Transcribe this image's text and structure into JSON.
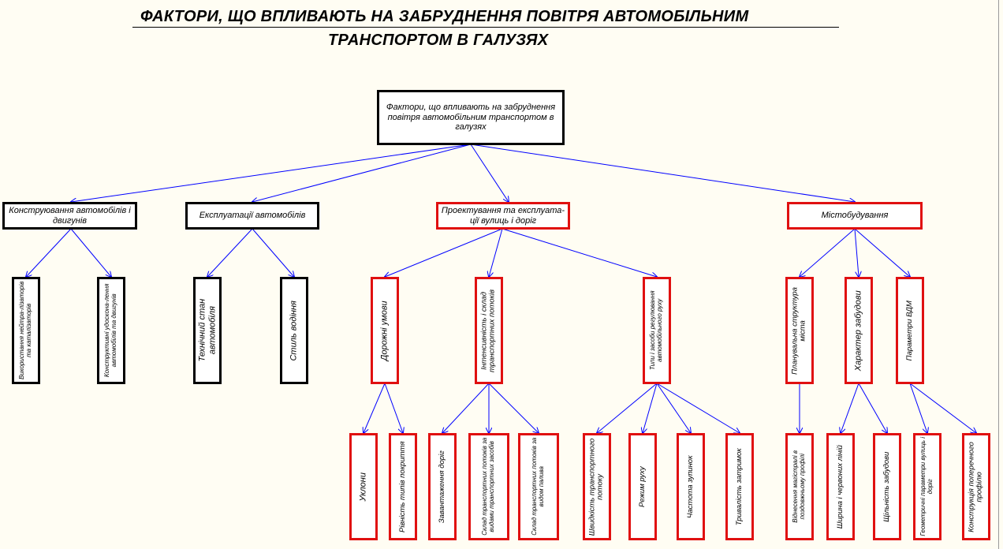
{
  "title": {
    "line1": "ФАКТОРИ, ЩО ВПЛИВАЮТЬ НА ЗАБРУДНЕННЯ ПОВІТРЯ  АВТОМОБІЛЬНИМ",
    "line2": "ТРАНСПОРТОМ В ГАЛУЗЯХ"
  },
  "colors": {
    "background": "#fffdf3",
    "black_border": "#000000",
    "red_border": "#e01010",
    "connector": "#0000ff"
  },
  "nodes": {
    "root": "Фактори, що впливають на забруднення повітря автомобільним транспортом в галузях",
    "l1_design": "Конструювання автомобілів і двигунів",
    "l1_operation": "Експлуатації автомобілів",
    "l1_roads": "Проектування та експлуата-ції вулиць і доріг",
    "l1_urban": "Містобудування",
    "design_neutralizers": "Використання нейтра-лізаторів та каталізаторів",
    "design_improved": "Конструктивні удоскона-лення автомобілів та двигунів",
    "operation_tech": "Технічний стан автомобіля",
    "operation_driving": "Стиль водіння",
    "roads_conditions": "Дорожні умови",
    "roads_intensity": "Інтенсивність і склад транспортних потоків",
    "roads_regulation": "Типи і засоби регулювання автомобільного руху",
    "urban_planning": "Планувальна структура міста",
    "urban_building": "Характер забудови",
    "urban_vdm": "Параметри ВДМ",
    "cond_slopes": "Уклони",
    "cond_surface": "Рівність типів покриття",
    "int_load": "Завантаження доріг",
    "int_vehicle_types": "Склад транспортних потоків за видами транспортних засобів",
    "int_fuel_types": "Склад транспортних потоків за видом палива",
    "reg_speed": "Швидкість транспортного потоку",
    "reg_mode": "Режим руху",
    "reg_stops": "Частота зупинок",
    "reg_delays": "Тривалість затримок",
    "plan_location": "Віднесення магістралі в поздовжньому профілі",
    "build_width": "Ширина і червоних ліній",
    "build_density": "Щільність забудови",
    "vdm_geometry": "Геометричні параметри вулиць і доріг",
    "vdm_profile": "Конструкція поперечного профілю"
  }
}
